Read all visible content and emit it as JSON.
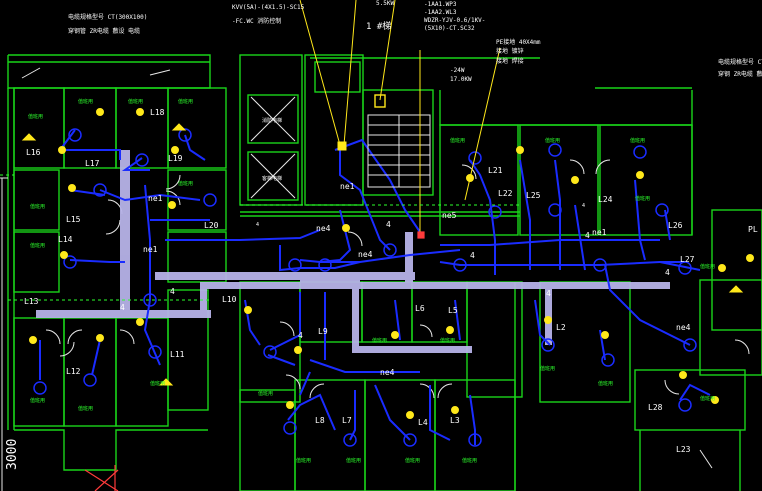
{
  "labels": {
    "top_text": [
      "电缆规格型号 CT(300X100)",
      "KVV(5A)-(4X1.5)-SC15",
      "-FC.WC 消防控制",
      "穿钢管 ZR电缆 敷设 电缆",
      "5.5KW",
      "1 #梯",
      "-1AA1.WP3",
      "-1AA2.WL3",
      "WDZR-YJV-0.6/1KV-",
      "(5X10)-CT.SC32",
      "-24W",
      "17.0KW",
      "PE接地 40X4mm",
      "接地 镀锌",
      "接地 焊接",
      "电缆规格型号 CT(3",
      "穿钢 ZR电缆 敷设"
    ],
    "room_tag": "值班用",
    "circuits": [
      "L16",
      "L17",
      "L18",
      "L19",
      "L15",
      "L20",
      "L14",
      "L13",
      "L12",
      "L11",
      "L10",
      "L9",
      "L8",
      "L7",
      "L6",
      "L5",
      "L4",
      "L3",
      "L2",
      "L21",
      "L22",
      "L25",
      "L24",
      "L26",
      "L27",
      "L28",
      "L23"
    ],
    "nets": [
      "ne1",
      "ne1",
      "ne4",
      "ne4",
      "ne5",
      "ne4",
      "ne1",
      "ne4",
      "ne1",
      "4",
      "4",
      "4",
      "4",
      "4",
      "4",
      "4",
      "4"
    ],
    "elevator_text": [
      "消防电梯",
      "客梯电梯"
    ],
    "misc_text": [
      "4",
      "4"
    ],
    "dimension": "3000",
    "right_edge": "PL"
  },
  "colors": {
    "wall": "#19d419",
    "wire": "#1a2cff",
    "tray": "#b7b3e8",
    "device": "#ffe81a",
    "text": "#ffffff",
    "green_text": "#2cff2c",
    "accent_red": "#ff3b3b",
    "cyan": "#39d7ff"
  }
}
